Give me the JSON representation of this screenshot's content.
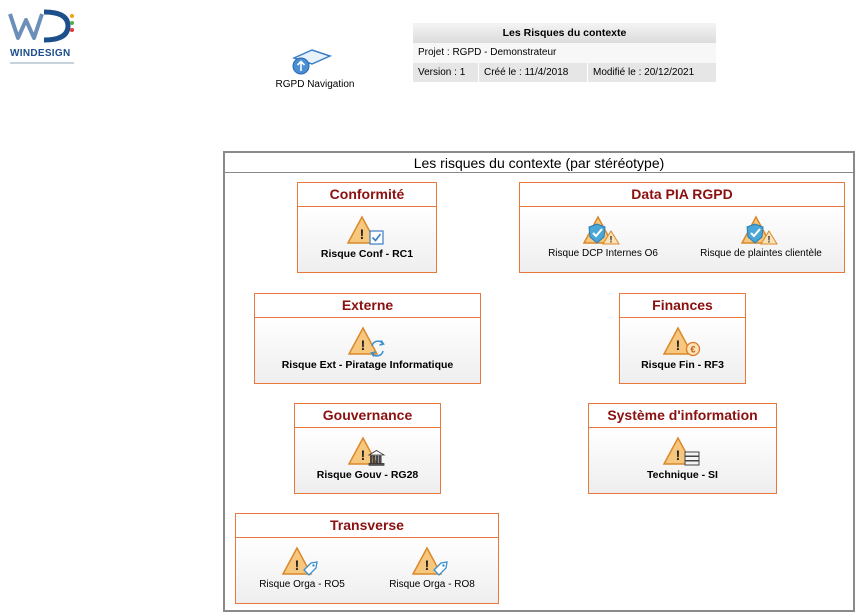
{
  "logo": {
    "text": "WINDESIGN"
  },
  "navigation": {
    "label": "RGPD Navigation"
  },
  "info": {
    "title": "Les Risques du contexte",
    "project": "Projet : RGPD - Demonstrateur",
    "version": "Version : 1",
    "created": "Créé le : 11/4/2018",
    "modified": "Modifié le : 20/12/2021"
  },
  "diagram": {
    "title": "Les risques du contexte (par stéréotype)",
    "groups": [
      {
        "name": "Conformité",
        "items": [
          {
            "label": "Risque Conf - RC1",
            "badge": "check-icon"
          }
        ]
      },
      {
        "name": "Data PIA RGPD",
        "items": [
          {
            "label": "Risque DCP Internes O6",
            "badge": "shield-check-icon"
          },
          {
            "label": "Risque de plaintes clientèle",
            "badge": "shield-check-icon"
          }
        ]
      },
      {
        "name": "Externe",
        "items": [
          {
            "label": "Risque Ext - Piratage Informatique",
            "badge": "refresh-icon"
          }
        ]
      },
      {
        "name": "Finances",
        "items": [
          {
            "label": "Risque Fin - RF3",
            "badge": "euro-coin-icon"
          }
        ]
      },
      {
        "name": "Gouvernance",
        "items": [
          {
            "label": "Risque Gouv - RG28",
            "badge": "bank-icon"
          }
        ]
      },
      {
        "name": "Système d'information",
        "items": [
          {
            "label": "Technique - SI",
            "badge": "server-icon"
          }
        ]
      },
      {
        "name": "Transverse",
        "items": [
          {
            "label": "Risque Orga - RO5",
            "badge": "tag-icon"
          },
          {
            "label": "Risque Orga - RO8",
            "badge": "tag-icon"
          }
        ]
      }
    ]
  },
  "colors": {
    "group_border": "#e8783c",
    "group_title": "#8b1010",
    "warning_fill": "#f7c77e",
    "warning_stroke": "#d9892b"
  }
}
